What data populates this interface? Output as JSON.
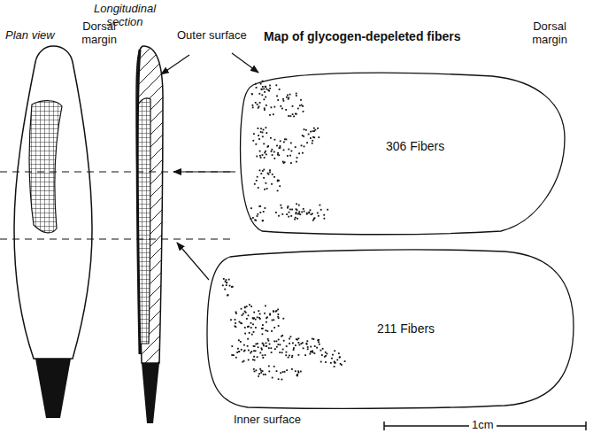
{
  "diagram": {
    "title": "Map of glycogen-depeleted fibers",
    "nodes": [
      {
        "text": [
          "306 Fibers"
        ]
      },
      {
        "text": [
          "211 Fibers"
        ]
      }
    ],
    "labels": [
      "Plan view",
      "Longitudinal section",
      "Dorsal margin",
      "Outer surface",
      "Dorsal margin",
      "Inner surface",
      "1cm"
    ]
  }
}
